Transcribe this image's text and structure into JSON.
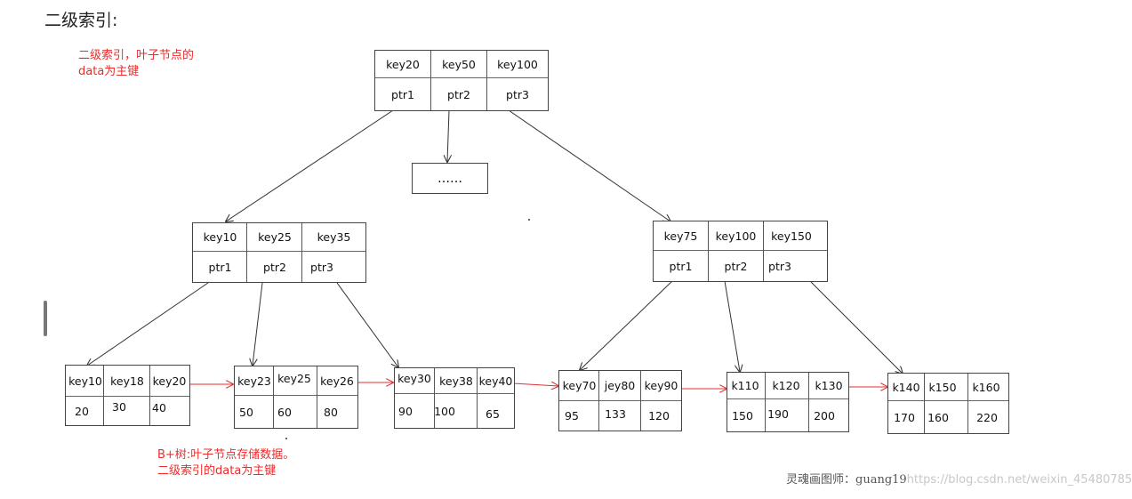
{
  "heading": "二级索引:",
  "note_top": [
    "二级索引，叶子节点的",
    "data为主键"
  ],
  "note_bottom": [
    "B+树:叶子节点存储数据。",
    "二级索引的data为主键"
  ],
  "watermark": {
    "author": "灵魂画图师：guang19",
    "url": "https://blog.csdn.net/weixin_45480785"
  },
  "root": {
    "keys": [
      "key20",
      "key50",
      "key100"
    ],
    "ptrs": [
      "ptr1",
      "ptr2",
      "ptr3"
    ]
  },
  "ellipsis": "……",
  "internal_left": {
    "keys": [
      "key10",
      "key25",
      "key35"
    ],
    "ptrs": [
      "ptr1",
      "ptr2",
      "ptr3"
    ]
  },
  "internal_right": {
    "keys": [
      "key75",
      "key100",
      "key150"
    ],
    "ptrs": [
      "ptr1",
      "ptr2",
      "ptr3"
    ]
  },
  "leaves": [
    {
      "keys": [
        "key10",
        "key18",
        "key20"
      ],
      "data": [
        "20",
        "30",
        "40"
      ]
    },
    {
      "keys": [
        "key23",
        "key25",
        "key26"
      ],
      "data": [
        "50",
        "60",
        "80"
      ]
    },
    {
      "keys": [
        "key30",
        "key38",
        "key40"
      ],
      "data": [
        "90",
        "100",
        "65"
      ]
    },
    {
      "keys": [
        "key70",
        "jey80",
        "key90"
      ],
      "data": [
        "95",
        "133",
        "120"
      ]
    },
    {
      "keys": [
        "k110",
        "k120",
        "k130"
      ],
      "data": [
        "150",
        "190",
        "200"
      ]
    },
    {
      "keys": [
        "k140",
        "k150",
        "k160"
      ],
      "data": [
        "170",
        "160",
        "220"
      ]
    }
  ],
  "colors": {
    "annotation": "#ee2b2b",
    "leaf_link": "#e03030",
    "tree_edge": "#333333"
  }
}
